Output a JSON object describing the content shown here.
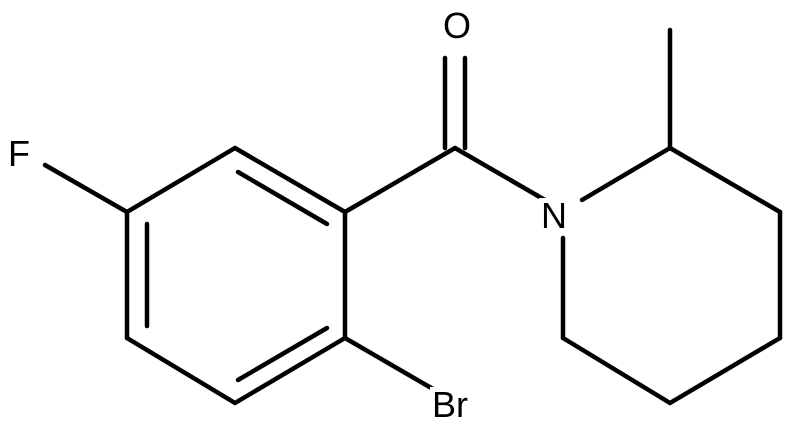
{
  "molecule": {
    "atoms": {
      "oxygen": "O",
      "fluorine": "F",
      "nitrogen": "N",
      "bromine": "Br"
    },
    "colors": {
      "bond": "#000000",
      "background": "#ffffff"
    }
  }
}
